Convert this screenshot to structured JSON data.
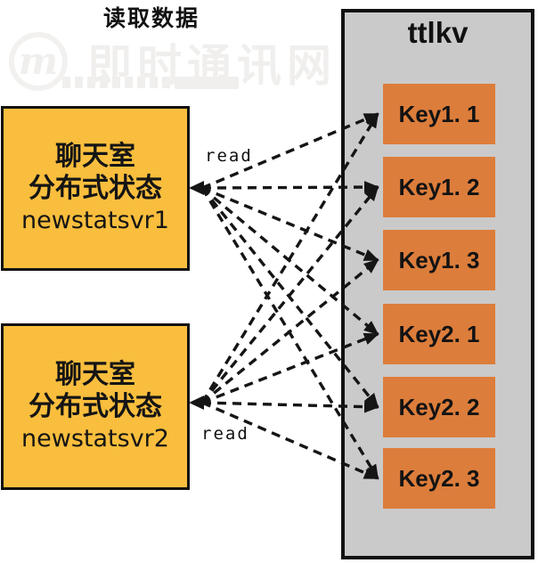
{
  "header": {
    "title": "读取数据"
  },
  "watermark": {
    "logo_letter": "m",
    "site_name": "即时通讯网"
  },
  "servers": [
    {
      "name_line1": "聊天室",
      "name_line2": "分布式状态",
      "hostname": "newstatsvr1"
    },
    {
      "name_line1": "聊天室",
      "name_line2": "分布式状态",
      "hostname": "newstatsvr2"
    }
  ],
  "store": {
    "title": "ttlkv",
    "keys": [
      "Key1. 1",
      "Key1. 2",
      "Key1. 3",
      "Key2. 1",
      "Key2. 2",
      "Key2. 3"
    ]
  },
  "read_labels": [
    "read",
    "read"
  ],
  "colors": {
    "server_fill": "#F9BE3D",
    "key_fill": "#DC7D3B",
    "store_fill": "#CBCACA",
    "outline": "#111111",
    "arrow": "#151515"
  }
}
